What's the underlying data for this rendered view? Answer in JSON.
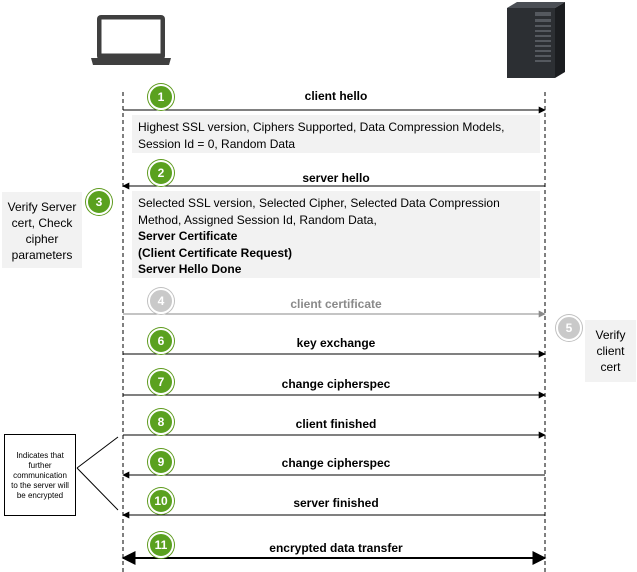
{
  "steps": [
    {
      "num": "1",
      "label": "client hello"
    },
    {
      "num": "2",
      "label": "server hello"
    },
    {
      "num": "3"
    },
    {
      "num": "4",
      "label": "client certificate"
    },
    {
      "num": "5"
    },
    {
      "num": "6",
      "label": "key exchange"
    },
    {
      "num": "7",
      "label": "change cipherspec"
    },
    {
      "num": "8",
      "label": "client finished"
    },
    {
      "num": "9",
      "label": "change cipherspec"
    },
    {
      "num": "10",
      "label": "server finished"
    },
    {
      "num": "11",
      "label": "encrypted data transfer"
    }
  ],
  "client_hello_info": [
    "Highest SSL version, Ciphers Supported, Data Compression Models,",
    "Session Id = 0, Random Data"
  ],
  "server_hello_info": {
    "normal": [
      "Selected SSL version, Selected Cipher, Selected Data Compression",
      "Method, Assigned Session Id, Random Data,"
    ],
    "bold": [
      "Server Certificate",
      "(Client Certificate Request)",
      "Server Hello Done"
    ]
  },
  "verify_server_note": [
    "Verify Server",
    "cert, Check",
    "cipher",
    "parameters"
  ],
  "verify_client_note": [
    "Verify",
    "client",
    "cert"
  ],
  "encryption_note": [
    "Indicates that",
    "further",
    "communication",
    "to the server will",
    "be encrypted"
  ],
  "colors": {
    "badge_green": "#5aa11f",
    "badge_gray": "#c9c9c9",
    "box_fill": "#f2f2f2",
    "dim_text": "#8a8a8a"
  },
  "icons": {
    "client": "laptop-icon",
    "server": "server-tower-icon"
  }
}
